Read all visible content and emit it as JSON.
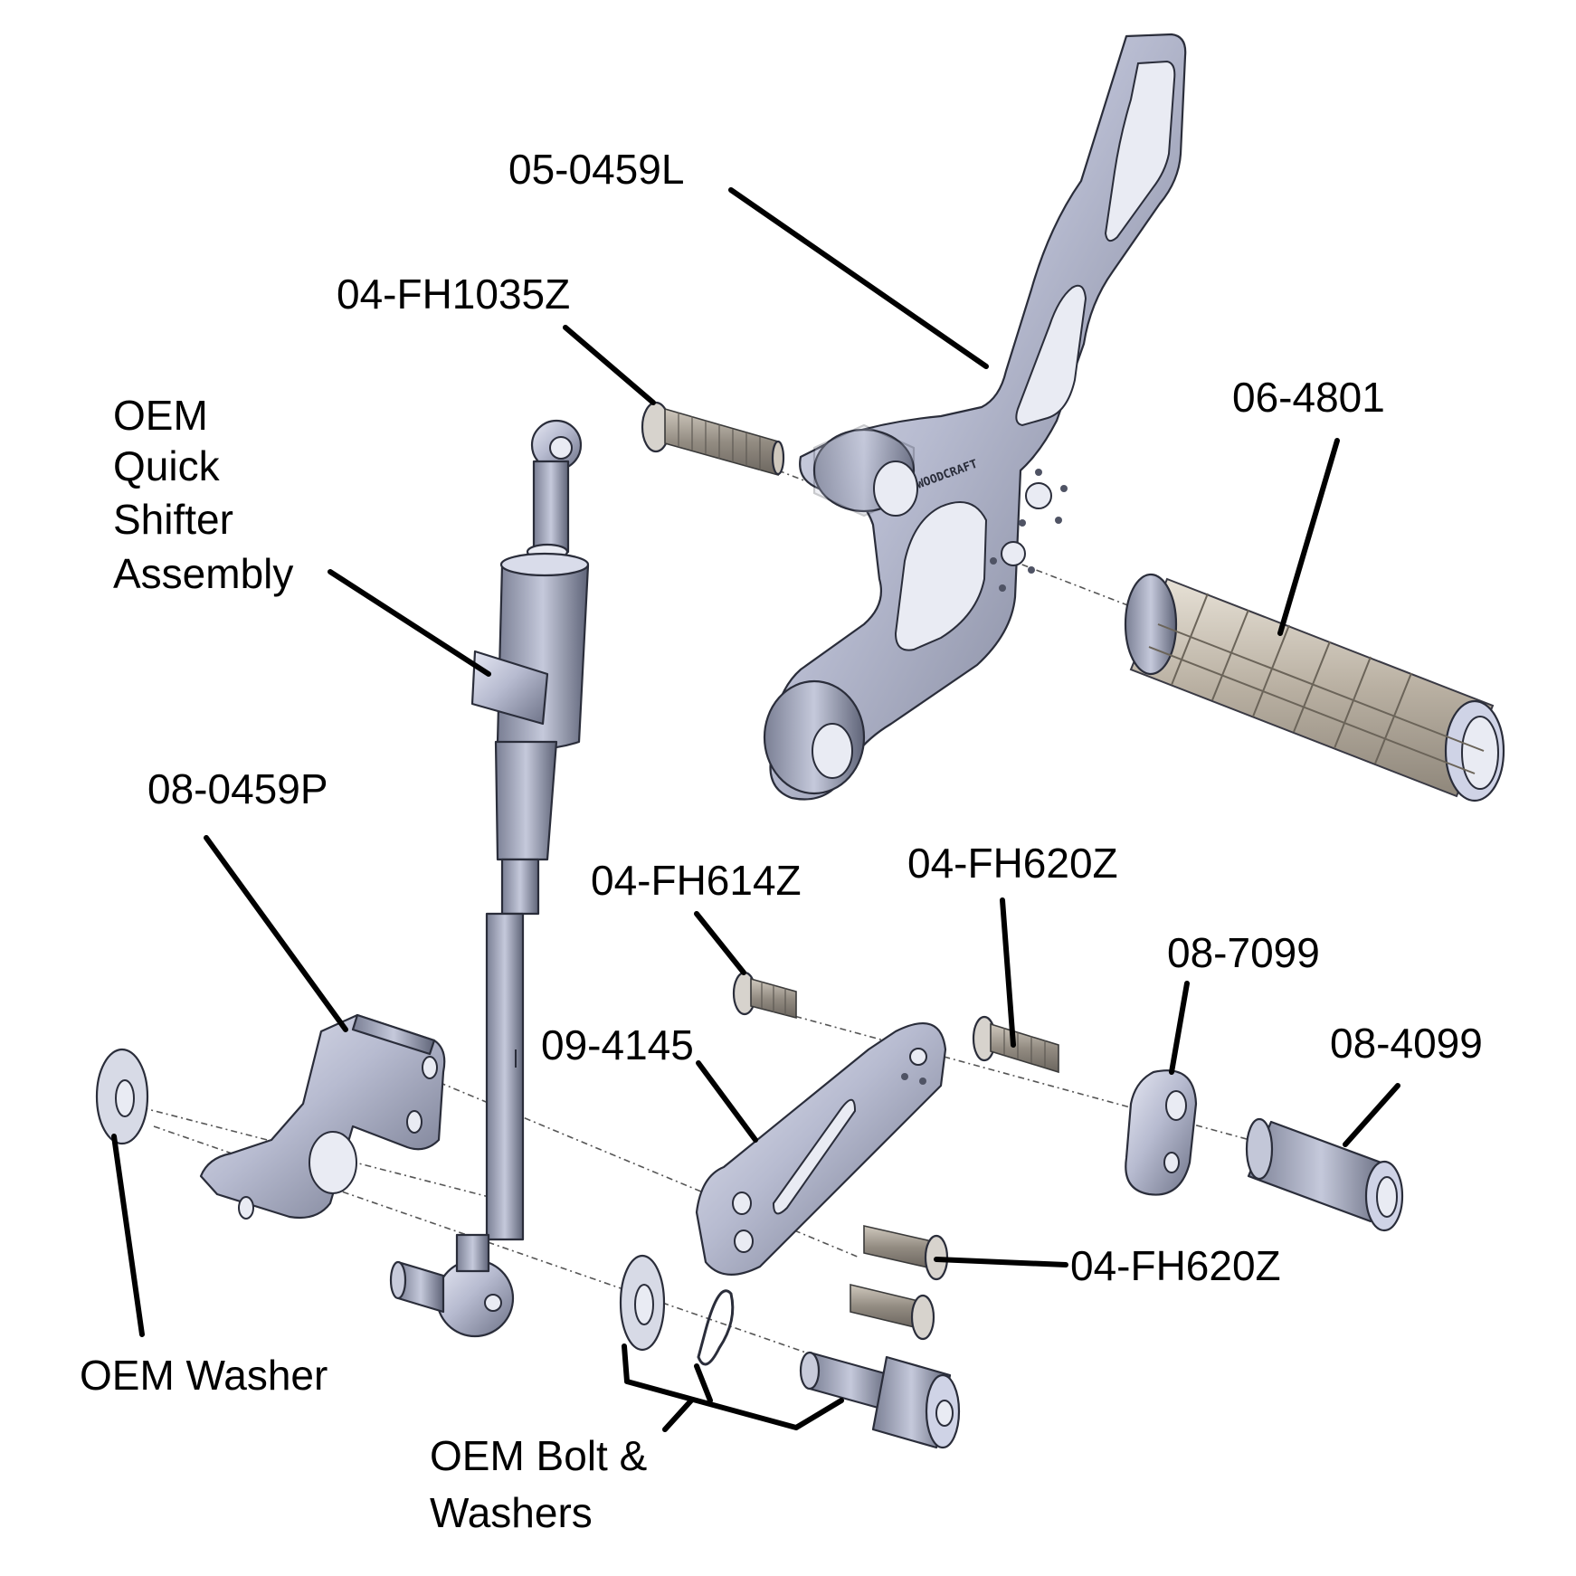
{
  "labels": {
    "part_05_0459L": "05-0459L",
    "part_04_FH1035Z": "04-FH1035Z",
    "oem_quick_shifter_line1": "OEM",
    "oem_quick_shifter_line2": "Quick",
    "oem_quick_shifter_line3": "Shifter",
    "oem_quick_shifter_line4": "Assembly",
    "part_06_4801": "06-4801",
    "part_08_0459P": "08-0459P",
    "part_04_FH614Z": "04-FH614Z",
    "part_04_FH620Z_top": "04-FH620Z",
    "part_08_7099": "08-7099",
    "part_09_4145": "09-4145",
    "part_08_4099": "08-4099",
    "part_04_FH620Z_right": "04-FH620Z",
    "oem_washer": "OEM Washer",
    "oem_bolt_line1": "OEM Bolt &",
    "oem_bolt_line2": "Washers"
  },
  "branding": {
    "bracket_logo": "WOODCRAFT"
  },
  "colors": {
    "metal_light": "#cfd3e6",
    "metal_dark": "#6d7287",
    "thread": "#a59e94",
    "grip": "#c9c0b2",
    "leader": "#000000"
  }
}
